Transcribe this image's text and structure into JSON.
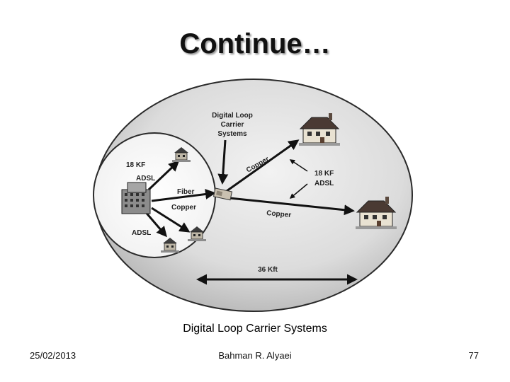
{
  "slide": {
    "title": "Continue…",
    "caption": "Digital Loop Carrier Systems",
    "date": "25/02/2013",
    "author": "Bahman R. Alyaei",
    "page_number": "77"
  },
  "diagram": {
    "labels": {
      "dlc_line1": "Digital Loop",
      "dlc_line2": "Carrier",
      "dlc_line3": "Systems",
      "kf_inner": "18 KF",
      "adsl_inner_top": "ADSL",
      "fiber": "Fiber",
      "copper_inner": "Copper",
      "adsl_inner_bottom": "ADSL",
      "copper_upper": "Copper",
      "kf_outer": "18 KF",
      "adsl_outer": "ADSL",
      "copper_lower": "Copper",
      "distance": "36 Kft"
    },
    "icons": [
      "house-icon",
      "building-icon",
      "dlc-box-icon",
      "arrow-icon"
    ]
  }
}
